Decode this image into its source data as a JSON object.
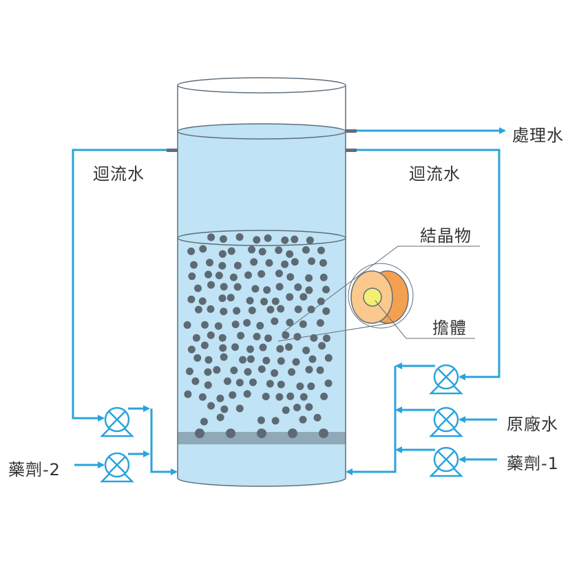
{
  "labels": {
    "treated_water": "處理水",
    "recycle_left": "迴流水",
    "recycle_right": "迴流水",
    "crystal": "結晶物",
    "carrier": "擔體",
    "raw_water": "原廠水",
    "chemical_1": "藥劑-1",
    "chemical_2": "藥劑-2"
  },
  "colors": {
    "flow": "#29a3dc",
    "water": "#c0e3f5",
    "outline": "#5f6e79",
    "particle": "#5d6a73",
    "distributor": "#8fa9b8",
    "crystal_front": "#fbc98e",
    "crystal_side": "#f5a050",
    "carrier_core": "#f4ee72"
  }
}
